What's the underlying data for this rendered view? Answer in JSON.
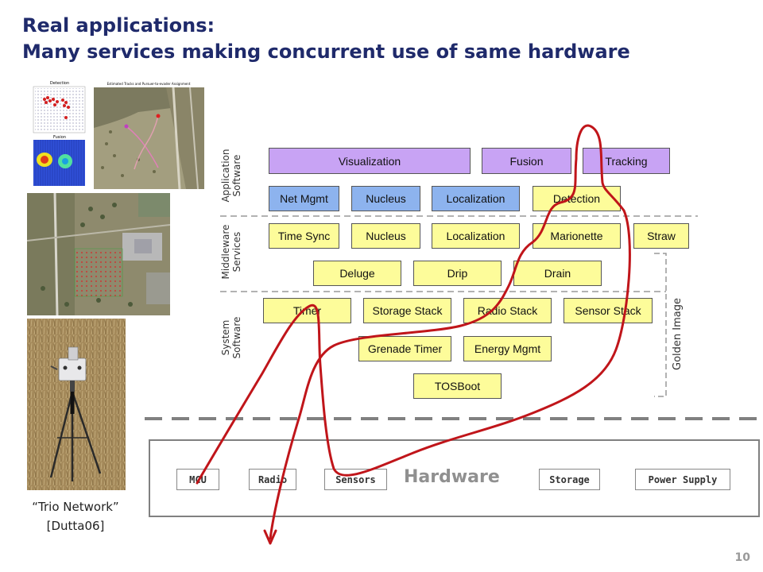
{
  "title": {
    "line1": "Real applications:",
    "line2": "Many services making concurrent use of same hardware"
  },
  "photos": {
    "detection_title": "Detection",
    "fusion_title": "Fusion",
    "tracks_title": "Estimated Tracks and Pursuer-to-evader Assignment"
  },
  "caption": {
    "line1": "“Trio Network”",
    "line2": "[Dutta06]"
  },
  "layers": {
    "application": [
      "Application",
      "Software"
    ],
    "middleware": [
      "Middleware",
      "Services"
    ],
    "system": [
      "System",
      "Software"
    ]
  },
  "boxes": {
    "visualization": "Visualization",
    "fusion": "Fusion",
    "tracking": "Tracking",
    "net_mgmt": "Net Mgmt",
    "nucleus_app": "Nucleus",
    "localization_app": "Localization",
    "detection": "Detection",
    "time_sync": "Time Sync",
    "nucleus_mw": "Nucleus",
    "localization_mw": "Localization",
    "marionette": "Marionette",
    "straw": "Straw",
    "deluge": "Deluge",
    "drip": "Drip",
    "drain": "Drain",
    "timer": "Timer",
    "storage_stack": "Storage Stack",
    "radio_stack": "Radio Stack",
    "sensor_stack": "Sensor Stack",
    "grenade_timer": "Grenade Timer",
    "energy_mgmt": "Energy Mgmt",
    "tosboot": "TOSBoot"
  },
  "golden_image": "Golden Image",
  "hardware": {
    "title": "Hardware",
    "mcu": "MCU",
    "radio": "Radio",
    "sensors": "Sensors",
    "storage": "Storage",
    "power_supply": "Power Supply"
  },
  "page_number": "10",
  "colors": {
    "title": "#1f2a6b",
    "purple_box": "#c8a3f4",
    "blue_box": "#8db3ee",
    "yellow_box": "#fdfc9a",
    "red_path": "#c0151a"
  }
}
